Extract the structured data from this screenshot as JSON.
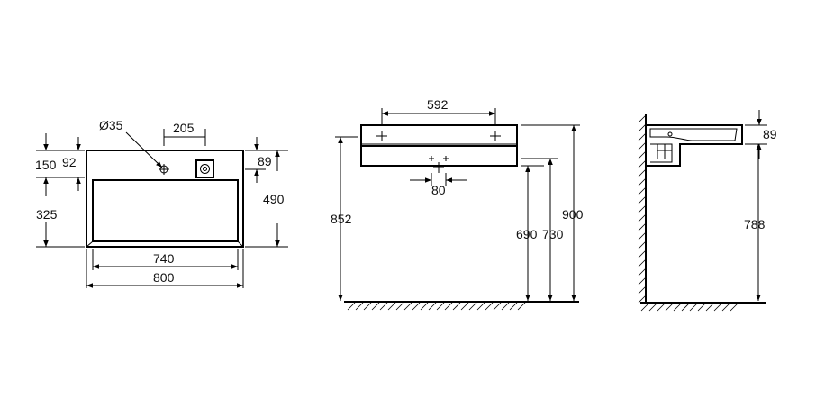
{
  "top_view": {
    "hole_diameter": "Ø35",
    "dims": {
      "tap_to_drain": "205",
      "top_to_tap": "150",
      "tap_depth": "92",
      "basin_depth": "325",
      "right_top": "89",
      "overall_depth": "490",
      "inner_width": "740",
      "overall_width": "800"
    }
  },
  "front_view": {
    "dims": {
      "bracket_spacing": "592",
      "waste_spacing": "80",
      "floor_to_underside_left": "852",
      "floor_to_underside": "690",
      "floor_to_rim_low": "730",
      "floor_to_top": "900"
    }
  },
  "side_view": {
    "dims": {
      "rim_height": "89",
      "floor_to_underside": "788"
    }
  },
  "colors": {
    "line": "#000000",
    "background": "#ffffff"
  }
}
